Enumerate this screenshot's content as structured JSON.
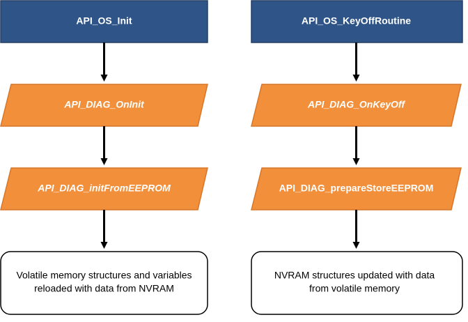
{
  "colors": {
    "process_fill": "#2f5487",
    "process_stroke": "#243f66",
    "io_fill": "#f28f3b",
    "io_stroke": "#d6762a",
    "terminal_fill": "#ffffff",
    "terminal_stroke": "#000000",
    "arrow": "#000000",
    "label_on_dark": "#ffffff",
    "label_on_light": "#000000"
  },
  "left_flow": {
    "process": "API_OS_Init",
    "call_1": "API_DIAG_OnInit",
    "call_2": "API_DIAG_initFromEEPROM",
    "result_line_1": "Volatile memory structures and variables",
    "result_line_2": "reloaded with data from NVRAM"
  },
  "right_flow": {
    "process": "API_OS_KeyOffRoutine",
    "call_1": "API_DIAG_OnKeyOff",
    "call_2": "API_DIAG_prepareStoreEEPROM",
    "result_line_1": "NVRAM structures updated with data",
    "result_line_2": "from volatile memory"
  }
}
